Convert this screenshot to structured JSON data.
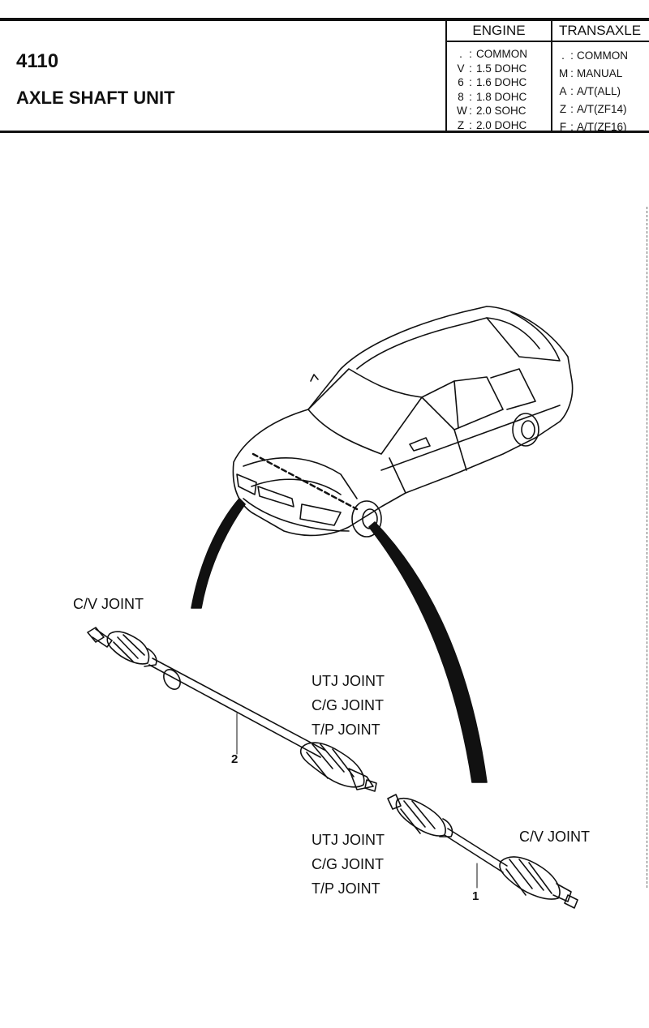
{
  "header": {
    "code": "4110",
    "title": "AXLE SHAFT UNIT",
    "engine": {
      "heading": "ENGINE",
      "items": [
        {
          "key": ".",
          "value": "COMMON"
        },
        {
          "key": "V",
          "value": "1.5 DOHC"
        },
        {
          "key": "6",
          "value": "1.6 DOHC"
        },
        {
          "key": "8",
          "value": "1.8 DOHC"
        },
        {
          "key": "W",
          "value": "2.0 SOHC"
        },
        {
          "key": "Z",
          "value": "2.0 DOHC"
        }
      ]
    },
    "transaxle": {
      "heading": "TRANSAXLE",
      "items": [
        {
          "key": ".",
          "value": "COMMON"
        },
        {
          "key": "M",
          "value": "MANUAL"
        },
        {
          "key": "A",
          "value": "A/T(ALL)"
        },
        {
          "key": "Z",
          "value": "A/T(ZF14)"
        },
        {
          "key": "F",
          "value": "A/T(ZF16)"
        }
      ]
    }
  },
  "diagram": {
    "labels": {
      "cv_joint_left": "C/V JOINT",
      "cv_joint_right": "C/V JOINT",
      "upper_joints": [
        "UTJ JOINT",
        "C/G JOINT",
        "T/P JOINT"
      ],
      "lower_joints": [
        "UTJ JOINT",
        "C/G JOINT",
        "T/P JOINT"
      ]
    },
    "callouts": {
      "part_1": "1",
      "part_2": "2"
    }
  }
}
